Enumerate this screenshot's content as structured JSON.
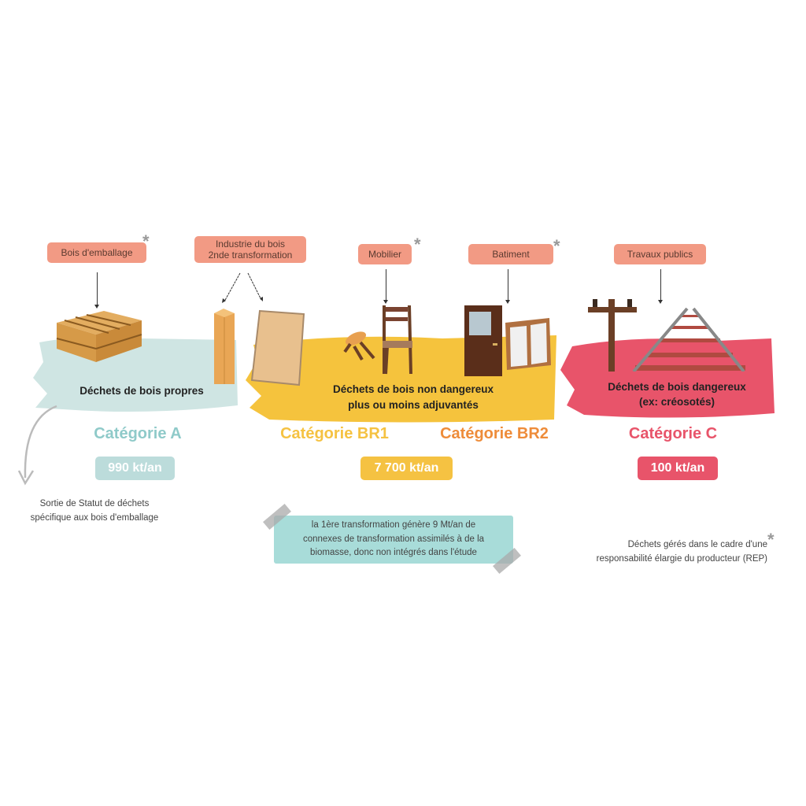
{
  "sources": {
    "bois_emballage": "Bois d'emballage",
    "industrie_line1": "Industrie du bois",
    "industrie_line2": "2nde transformation",
    "mobilier": "Mobilier",
    "batiment": "Batiment",
    "travaux_publics": "Travaux publics"
  },
  "rep_marker": "*",
  "bands": {
    "a_text": "Déchets de bois propres",
    "br_line1": "Déchets de bois non dangereux",
    "br_line2": "plus ou moins adjuvantés",
    "c_line1": "Déchets de bois dangereux",
    "c_line2": "(ex: créosotés)"
  },
  "categories": {
    "a": "Catégorie A",
    "br1": "Catégorie BR1",
    "br2": "Catégorie BR2",
    "c": "Catégorie C"
  },
  "volumes": {
    "a": "990 kt/an",
    "br": "7 700 kt/an",
    "c": "100 kt/an"
  },
  "notes": {
    "sortie_line1": "Sortie de Statut de déchets",
    "sortie_line2": "spécifique aux bois d'emballage",
    "transfo_line1": "la 1ère transformation génère 9 Mt/an de",
    "transfo_line2": "connexes de transformation assimilés à de la",
    "transfo_line3": "biomasse, donc non intégrés dans l'étude",
    "rep_line1": "Déchets gérés dans le cadre d'une",
    "rep_line2": "responsabilité élargie du producteur (REP)"
  },
  "colors": {
    "a": "#8fcac9",
    "br1": "#f5c242",
    "br2": "#ee8c3a",
    "c": "#e8546a",
    "tag": "#f29a84"
  }
}
